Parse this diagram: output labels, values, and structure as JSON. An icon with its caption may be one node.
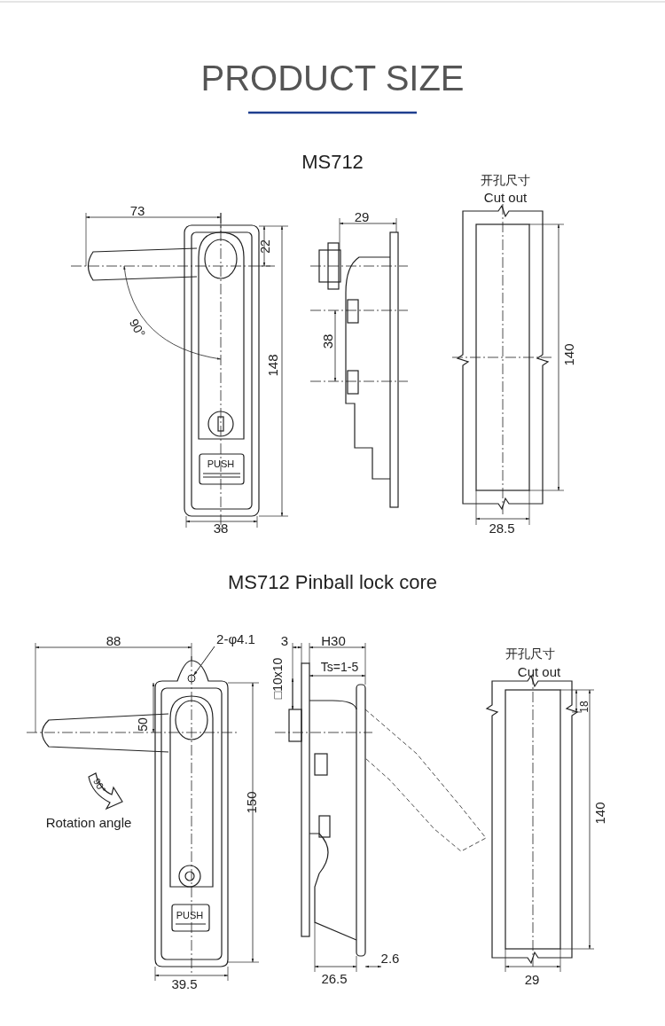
{
  "diagram": {
    "title": "PRODUCT SIZE",
    "nodes": [
      {
        "text": [
          "2-φ4.1"
        ]
      },
      {
        "text": [],
        "shape": "circle"
      }
    ],
    "edges": [
      {
        "from": 0,
        "to": 1,
        "arrow": "to"
      }
    ],
    "labels": [
      "MS712",
      "开孔尺寸",
      "Cut out",
      "73",
      "29",
      "22",
      "90°",
      "38",
      "140",
      "148",
      "PUSH",
      "38",
      "28.5",
      "MS712 Pinball lock core",
      "88",
      "3",
      "H30",
      "□10x10",
      "Ts=1-5",
      "开孔尺寸",
      "Cut out",
      "18",
      "50",
      "90°",
      "Rotation angle",
      "150",
      "140",
      "PUSH",
      "2.6",
      "26.5",
      "39.5",
      "29"
    ]
  }
}
